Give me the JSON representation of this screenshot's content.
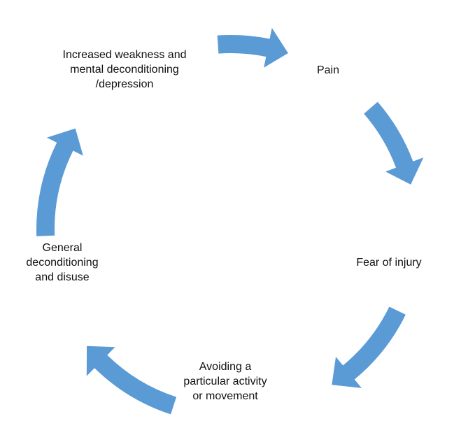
{
  "diagram": {
    "nodes": [
      {
        "id": "weakness",
        "label": "Increased weakness and\nmental deconditioning\n/depression"
      },
      {
        "id": "pain",
        "label": "Pain"
      },
      {
        "id": "fear",
        "label": "Fear of injury"
      },
      {
        "id": "avoid",
        "label": "Avoiding a\nparticular activity\nor movement"
      },
      {
        "id": "general",
        "label": "General\ndeconditioning\nand disuse"
      }
    ],
    "edges": [
      {
        "from": "weakness",
        "to": "pain"
      },
      {
        "from": "pain",
        "to": "fear"
      },
      {
        "from": "fear",
        "to": "avoid"
      },
      {
        "from": "avoid",
        "to": "general"
      },
      {
        "from": "general",
        "to": "weakness"
      }
    ],
    "arrow_color": "#5b9bd5",
    "text_color": "#111111"
  }
}
